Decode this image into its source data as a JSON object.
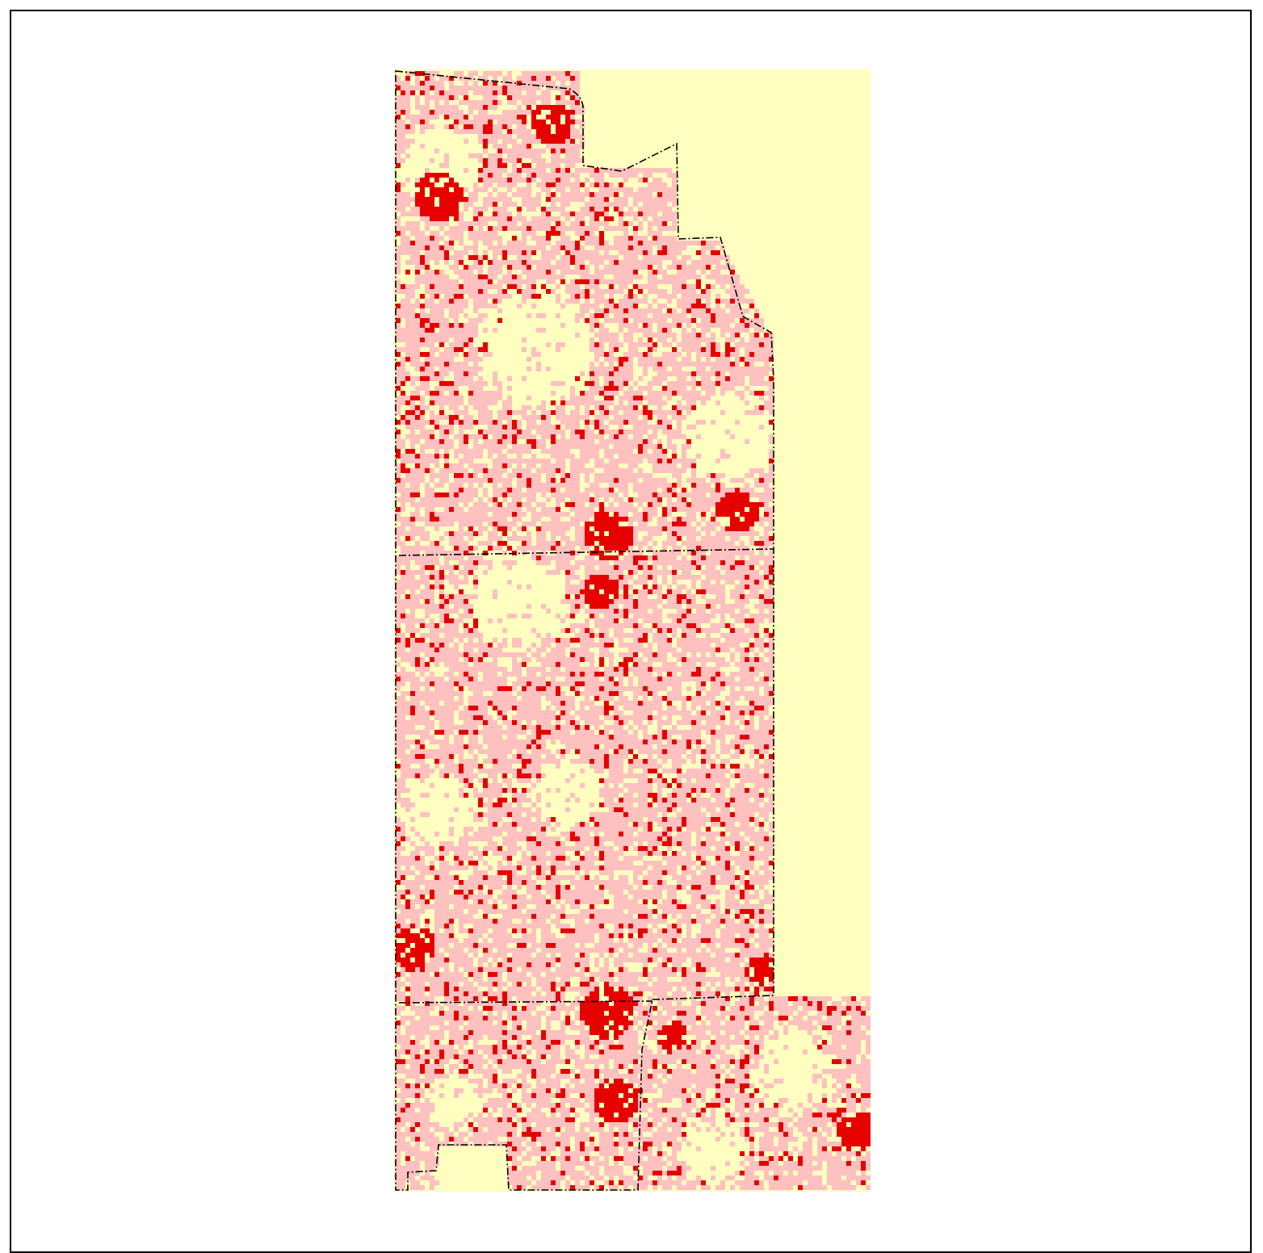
{
  "map": {
    "legend_visible": false,
    "classes": [
      {
        "id": "low",
        "color": "#FFFFC0"
      },
      {
        "id": "mid",
        "color": "#FFC0C0"
      },
      {
        "id": "high",
        "color": "#E60000"
      }
    ],
    "boundary_style": "dash-dot",
    "boundary_color": "#000000",
    "frame_color": "#000000"
  }
}
